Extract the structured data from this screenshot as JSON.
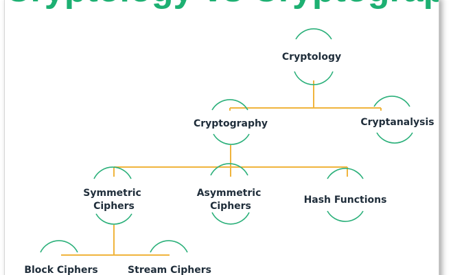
{
  "title": "Cryptology vs Cryptography",
  "colors": {
    "title": "#1db072",
    "connector": "#f0b43c",
    "arc": "#2bb07a",
    "text": "#1f2d3a"
  },
  "nodes": {
    "cryptology": {
      "label": "Cryptology"
    },
    "cryptography": {
      "label": "Cryptography"
    },
    "cryptanalysis": {
      "label": "Cryptanalysis"
    },
    "symmetric": {
      "lines": [
        "Symmetric",
        "Ciphers"
      ]
    },
    "asymmetric": {
      "lines": [
        "Asymmetric",
        "Ciphers"
      ]
    },
    "hash": {
      "label": "Hash Functions"
    },
    "block": {
      "label": "Block Ciphers"
    },
    "stream": {
      "label": "Stream Ciphers"
    }
  }
}
